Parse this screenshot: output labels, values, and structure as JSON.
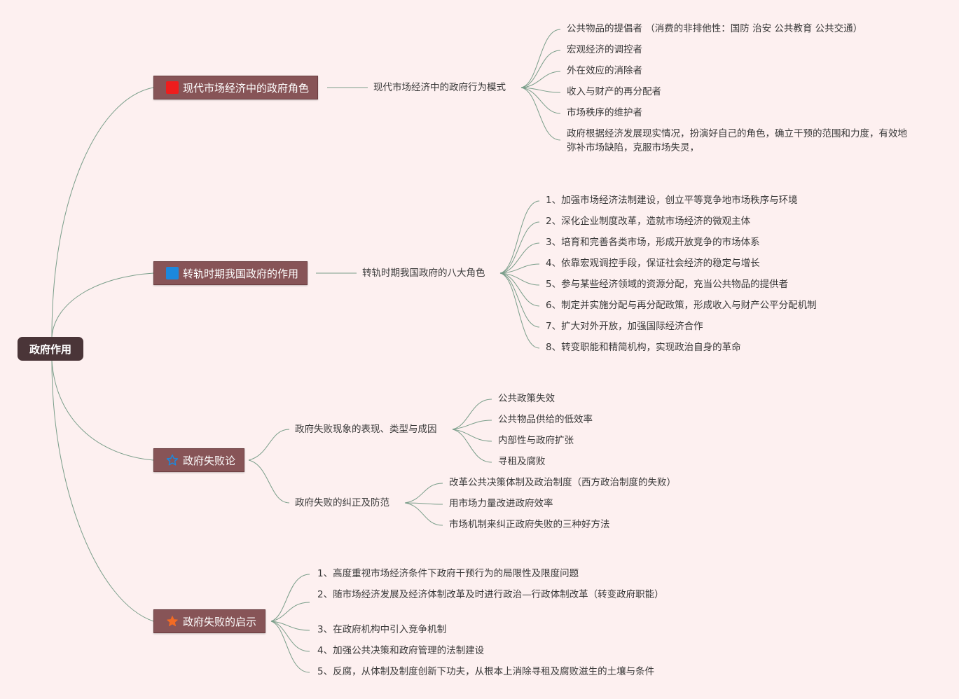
{
  "root": "政府作用",
  "branches": [
    {
      "label": "现代市场经济中的政府角色",
      "icon": "red-square-icon",
      "color": "#ee1d1d",
      "children": [
        {
          "label": "现代市场经济中的政府行为模式",
          "children": [
            "公共物品的提倡者 （消费的非排他性：国防 治安 公共教育 公共交通）",
            "宏观经济的调控者",
            "外在效应的消除者",
            "收入与财产的再分配者",
            "市场秩序的维护者",
            "政府根据经济发展现实情况，扮演好自己的角色，确立干预的范围和力度，有效地弥补市场缺陷，克服市场失灵，"
          ]
        }
      ]
    },
    {
      "label": "转轨时期我国政府的作用",
      "icon": "blue-square-icon",
      "color": "#1c88dd",
      "children": [
        {
          "label": "转轨时期我国政府的八大角色",
          "children": [
            "1、加强市场经济法制建设，创立平等竞争地市场秩序与环境",
            "2、深化企业制度改革，造就市场经济的微观主体",
            "3、培育和完善各类市场，形成开放竞争的市场体系",
            "4、依靠宏观调控手段，保证社会经济的稳定与增长",
            "5、参与某些经济领域的资源分配，充当公共物品的提供者",
            "6、制定并实施分配与再分配政策，形成收入与财产公平分配机制",
            "7、扩大对外开放，加强国际经济合作",
            "8、转变职能和精简机构，实现政治自身的革命"
          ]
        }
      ]
    },
    {
      "label": "政府失败论",
      "icon": "blue-star-outline-icon",
      "color": "#1c88dd",
      "children": [
        {
          "label": "政府失败现象的表现、类型与成因",
          "children": [
            "公共政策失效",
            "公共物品供给的低效率",
            "内部性与政府扩张",
            "寻租及腐败"
          ]
        },
        {
          "label": "政府失败的纠正及防范",
          "children": [
            "改革公共决策体制及政治制度（西方政治制度的失败）",
            "用市场力量改进政府效率",
            "市场机制来纠正政府失败的三种好方法"
          ]
        }
      ]
    },
    {
      "label": "政府失败的启示",
      "icon": "orange-star-icon",
      "color": "#f26b24",
      "children": [
        "1、高度重视市场经济条件下政府干预行为的局限性及限度问题",
        "2、随市场经济发展及经济体制改革及时进行政治—行政体制改革（转变政府职能）",
        "3、在政府机构中引入竞争机制",
        "4、加强公共决策和政府管理的法制建设",
        "5、反腐，从体制及制度创新下功夫，从根本上消除寻租及腐败滋生的土壤与条件"
      ]
    }
  ]
}
